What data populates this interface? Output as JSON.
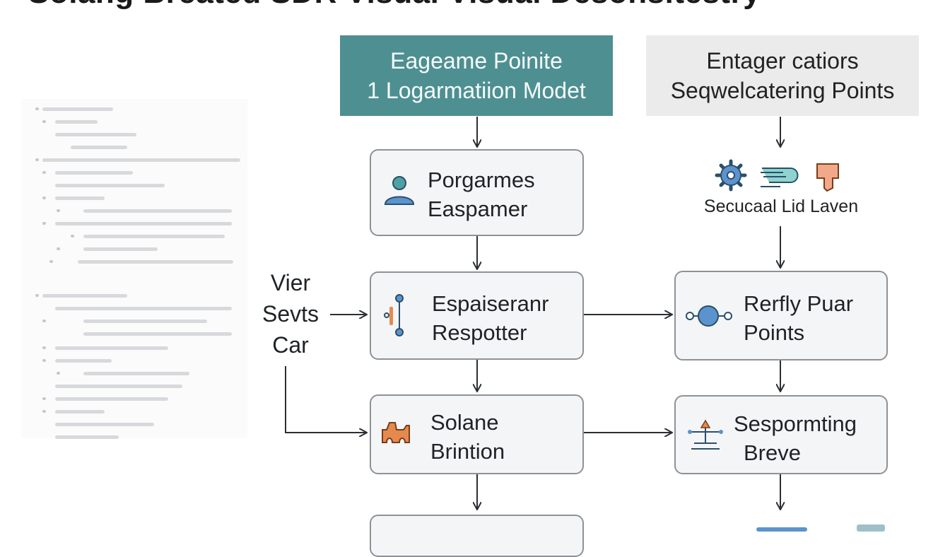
{
  "title": "Solang Breated SDR Visual Visual Desonsitestry",
  "header_left": {
    "line1": "Eageame Poinite",
    "line2": "1 Logarmatiion Modet"
  },
  "header_right": {
    "line1": "Entager catiors",
    "line2": "Seqwelcatering Points"
  },
  "left_column": {
    "box1": {
      "line1": "Porgarmes",
      "line2": "Easpamer",
      "icon": "user-icon"
    },
    "box2": {
      "line1": "Espaiseranr",
      "line2": "Respotter",
      "icon": "slider-icon"
    },
    "box3": {
      "line1": "Solane",
      "line2": "Brintion",
      "icon": "car-icon"
    }
  },
  "right_column": {
    "icons_label": "Secucaal Lid Laven",
    "icons": [
      "gear-icon",
      "speed-icon",
      "shield-icon"
    ],
    "box1": {
      "line1": "Rerfly Puar",
      "line2": "Points",
      "icon": "nodes-icon"
    },
    "box2": {
      "line1": "Sespormting",
      "line2": "Breve",
      "icon": "scale-icon"
    }
  },
  "side_label": {
    "line1": "Vier",
    "line2": "Sevts",
    "line3": "Car"
  },
  "colors": {
    "accent": "#4e8f92",
    "header_right_bg": "#ebebeb",
    "box_bg": "#f4f5f7",
    "box_border": "#8e9296",
    "icon_blue": "#5b93cc",
    "icon_orange": "#e58a4e",
    "icon_teal": "#4da3a3"
  }
}
